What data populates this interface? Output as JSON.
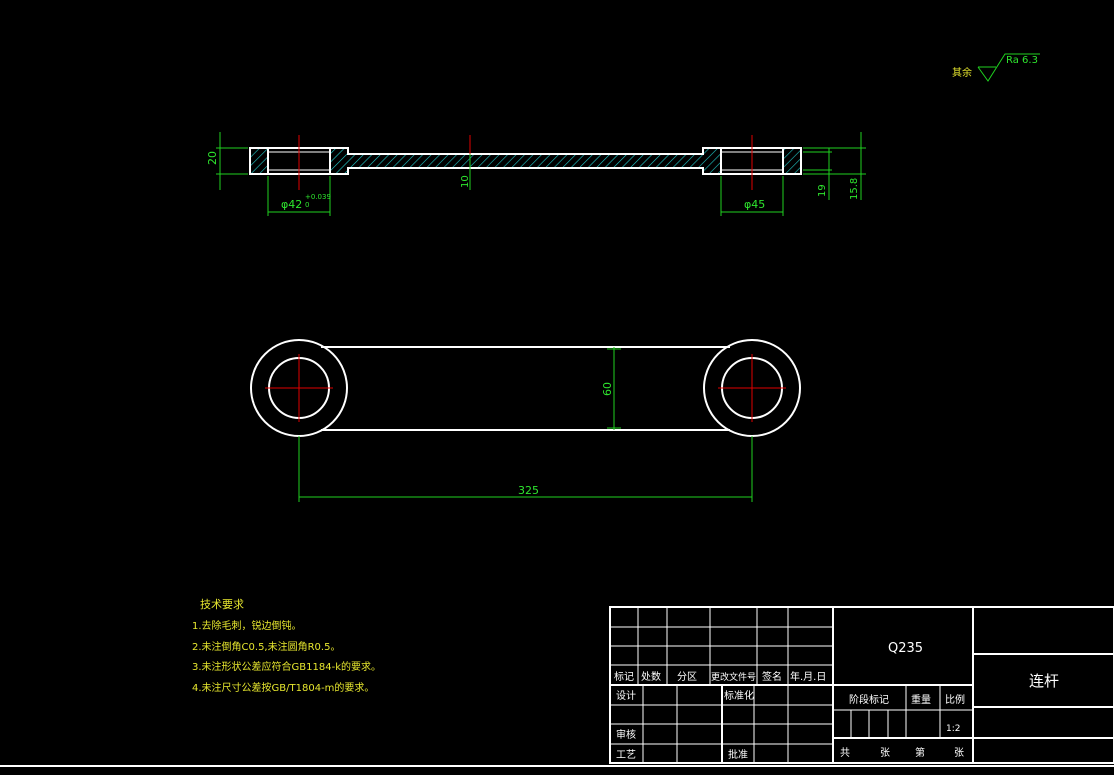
{
  "surface_finish": {
    "prefix": "其余",
    "value": "Ra 6.3"
  },
  "section_view": {
    "dim_height": "20",
    "dim_bore_left": "φ42",
    "dim_bore_left_tol": "+0.039",
    "dim_bore_left_tol_low": "0",
    "dim_web": "10",
    "dim_bore_right": "φ45",
    "dim_19": "19",
    "dim_158": "15.8"
  },
  "plan_view": {
    "dim_width": "60",
    "dim_center": "325"
  },
  "tech_req": {
    "title": "技术要求",
    "items": [
      "1.去除毛刺，锐边倒钝。",
      "2.未注倒角C0.5,未注圆角R0.5。",
      "3.未注形状公差应符合GB1184-k的要求。",
      "4.未注尺寸公差按GB/T1804-m的要求。"
    ]
  },
  "title_block": {
    "material": "Q235",
    "part_name": "连杆",
    "header_labels": [
      "标记",
      "处数",
      "分区",
      "更改文件号",
      "签名",
      "年.月.日"
    ],
    "design": "设计",
    "standardize": "标准化",
    "review": "审核",
    "process": "工艺",
    "approve": "批准",
    "stage_mark": "阶段标记",
    "weight": "重量",
    "scale": "比例",
    "scale_value": "1:2",
    "total": "共",
    "sheets1": "张",
    "page": "第",
    "sheets2": "张"
  }
}
